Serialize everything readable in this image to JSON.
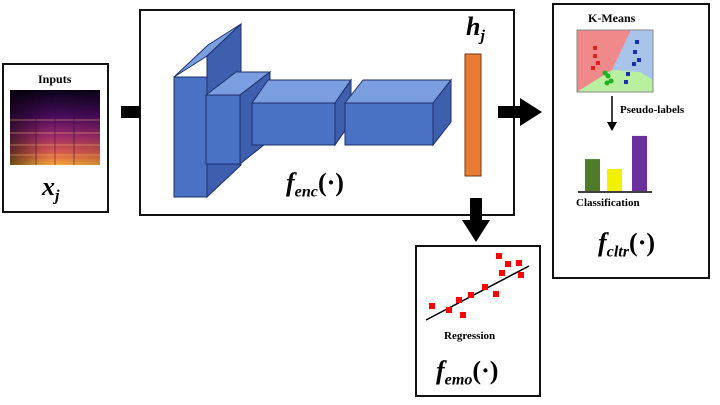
{
  "inputs": {
    "title": "Inputs",
    "symbol_main": "x",
    "symbol_sub": "j"
  },
  "encoder": {
    "symbol_main": "f",
    "symbol_sub": "enc",
    "symbol_arg": "(·)",
    "block_color": "#4a72c4",
    "latent": {
      "symbol_main": "h",
      "symbol_sub": "j",
      "color": "#e87b36"
    }
  },
  "clustering": {
    "title": "K-Means",
    "pseudo_labels": "Pseudo-labels",
    "classification": "Classification",
    "symbol_main": "f",
    "symbol_sub": "cltr",
    "symbol_arg": "(·)",
    "region_colors": [
      "#f08a8a",
      "#b9f0a0",
      "#a9c4ea"
    ],
    "bar_values": [
      0.55,
      0.38,
      0.95
    ],
    "bar_colors": [
      "#4f7a2a",
      "#f2f200",
      "#6b2fa0"
    ]
  },
  "regression": {
    "title": "Regression",
    "symbol_main": "f",
    "symbol_sub": "emo",
    "symbol_arg": "(·)",
    "point_color": "#ff0000"
  }
}
